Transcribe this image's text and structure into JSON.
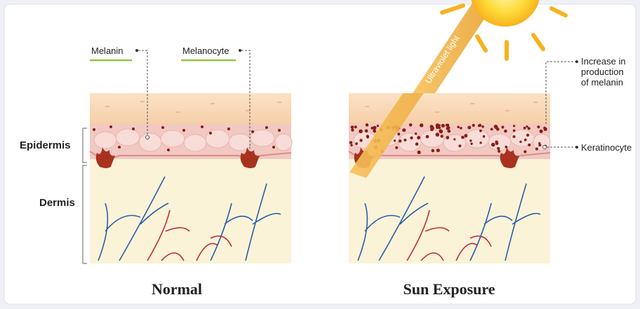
{
  "labels": {
    "melanin": "Melanin",
    "melanocyte": "Melanocyte",
    "epidermis": "Epidermis",
    "dermis": "Dermis",
    "uv_light": "Ultraviolet light",
    "increase_line1": "Increase in",
    "increase_line2": "production",
    "increase_line3": "of melanin",
    "keratinocyte": "Keratinocyte"
  },
  "captions": {
    "normal": "Normal",
    "sun_exposure": "Sun Exposure"
  },
  "colors": {
    "background": "#eef0f5",
    "panel": "#ffffff",
    "stratum_corneum": "#f9dcbf",
    "epidermis": "#f2c6c0",
    "dermis": "#fbf3d8",
    "melanin": "#8b1d12",
    "melanocyte": "#a8321e",
    "artery": "#c0283a",
    "vein": "#2a5ea8",
    "label_underline": "#8cc63f",
    "uv_beam": "#f0b040",
    "sun": "#fdd835"
  },
  "icons": [
    "sun-icon",
    "melanocyte-icon",
    "blood-vessel-icon"
  ]
}
